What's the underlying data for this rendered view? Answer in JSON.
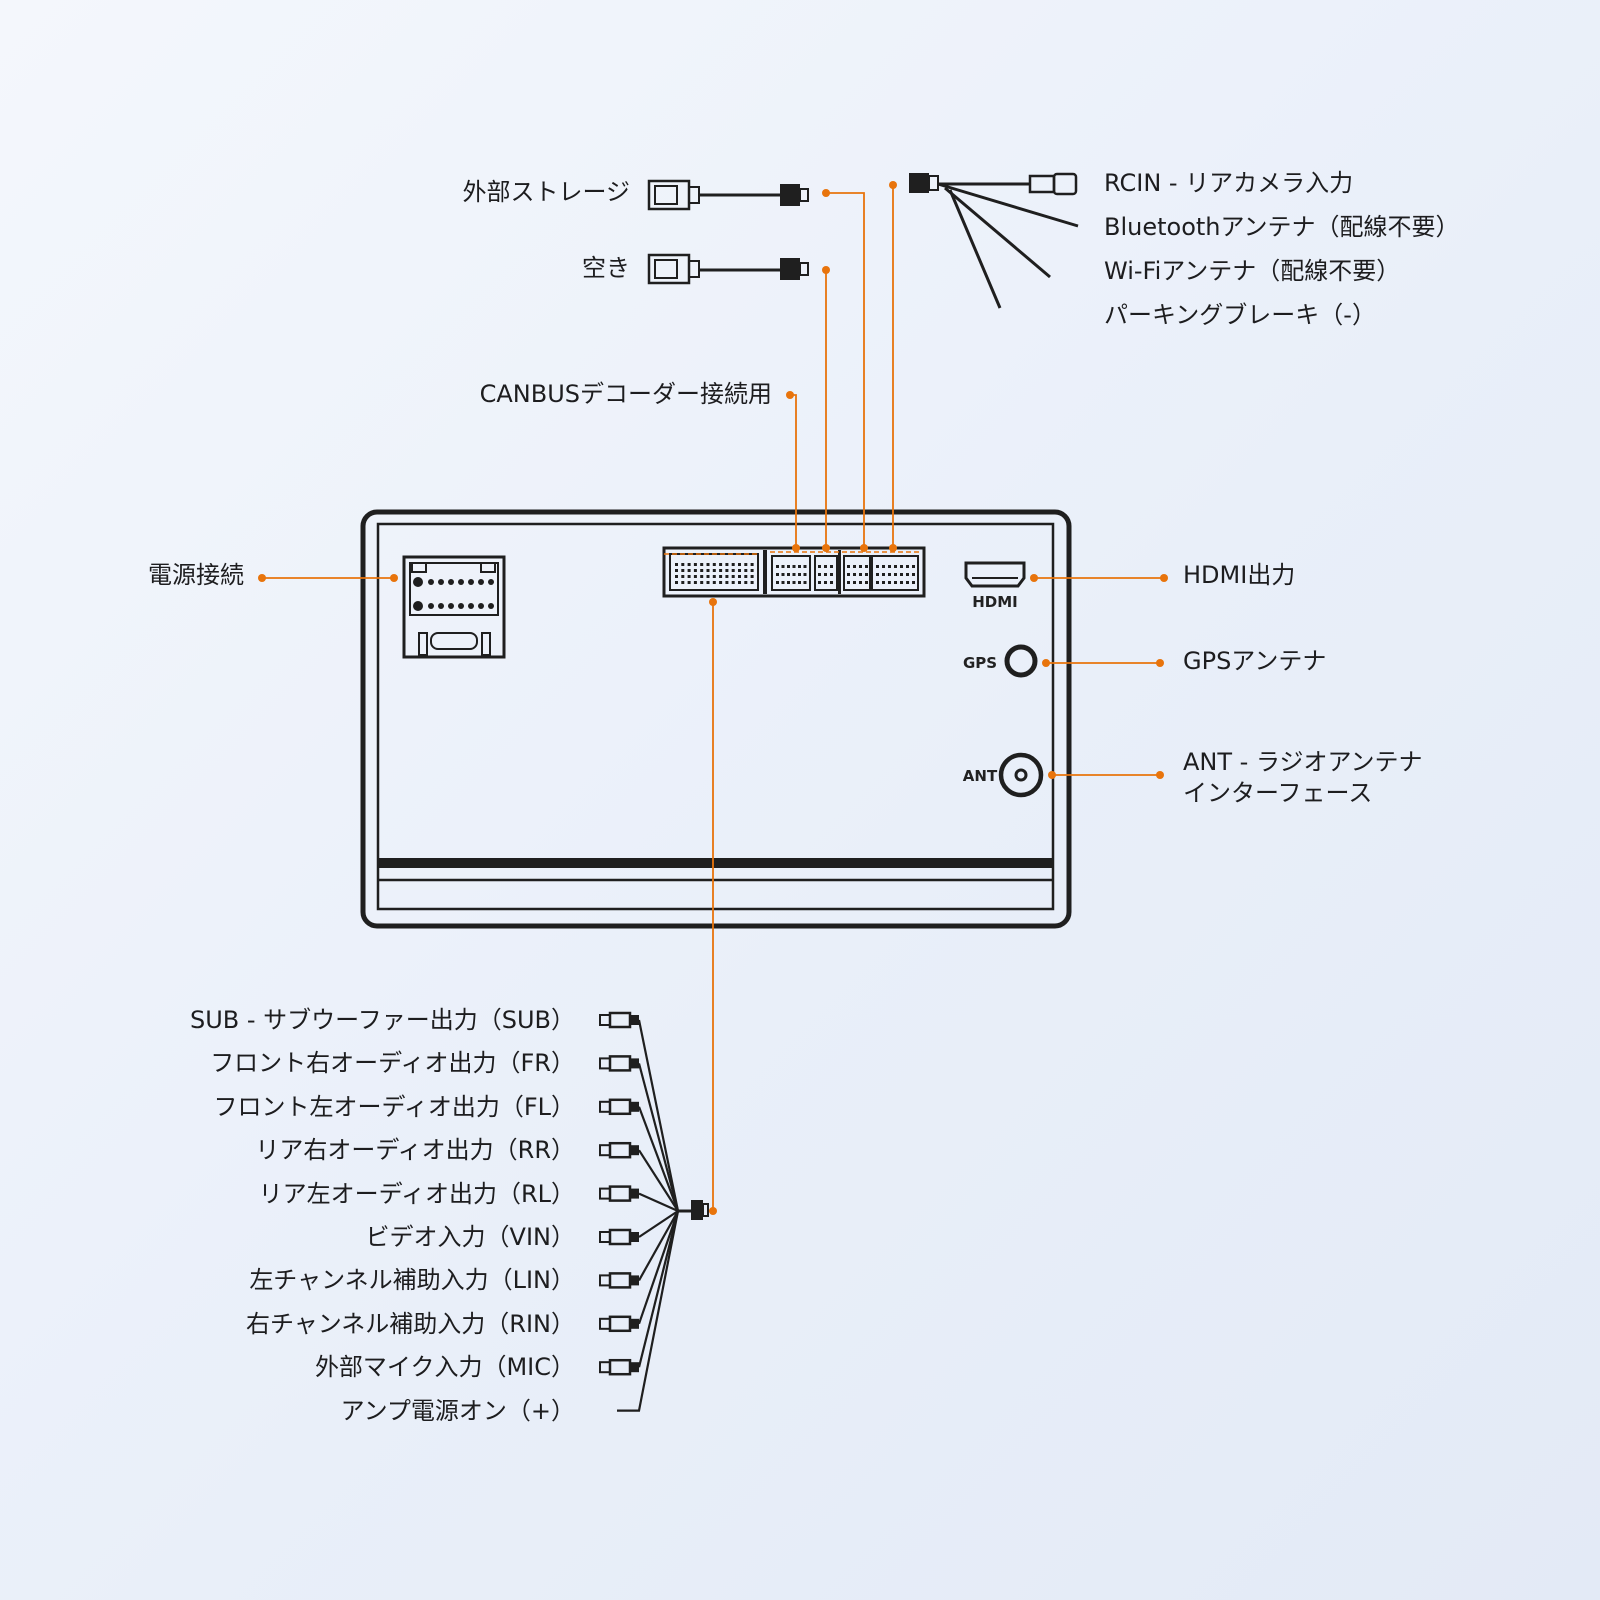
{
  "colors": {
    "accent": "#e8740c",
    "stroke": "#1f1f1f",
    "background": "#eef2fa"
  },
  "top_connectors": {
    "external_storage": "外部ストレージ",
    "empty": "空き",
    "canbus": "CANBUSデコーダー接続用"
  },
  "right_harness": [
    "RCIN - リアカメラ入力",
    "Bluetoothアンテナ（配線不要）",
    "Wi-Fiアンテナ（配線不要）",
    "パーキングブレーキ（-）"
  ],
  "left": {
    "power": "電源接続"
  },
  "right": {
    "hdmi": "HDMI出力",
    "gps": "GPSアンテナ",
    "ant_line1": "ANT - ラジオアンテナ",
    "ant_line2": "インターフェース"
  },
  "unit_labels": {
    "hdmi": "HDMI",
    "gps": "GPS",
    "ant": "ANT"
  },
  "rca_outputs": [
    "SUB - サブウーファー出力（SUB）",
    "フロント右オーディオ出力（FR）",
    "フロント左オーディオ出力（FL）",
    "リア右オーディオ出力（RR）",
    "リア左オーディオ出力（RL）",
    "ビデオ入力（VIN）",
    "左チャンネル補助入力（LIN）",
    "右チャンネル補助入力（RIN）",
    "外部マイク入力（MIC）",
    "アンプ電源オン（+）"
  ]
}
